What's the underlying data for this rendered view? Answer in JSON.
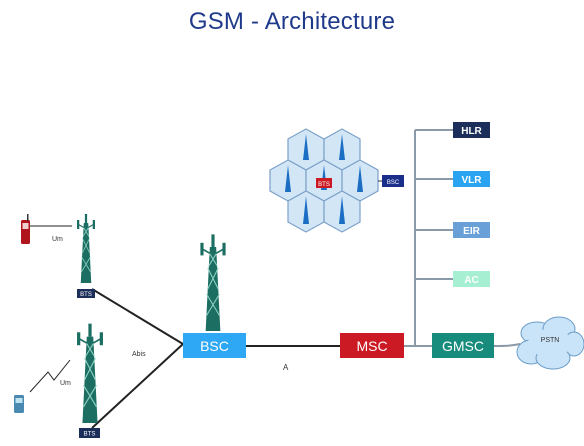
{
  "title": "GSM - Architecture",
  "nodes": {
    "bsc": "BSC",
    "msc": "MSC",
    "gmsc": "GMSC",
    "hlr": "HLR",
    "vlr": "VLR",
    "eir": "EIR",
    "ac": "AC",
    "bts_top": "BTS",
    "bts_bottom": "BTS",
    "cell_center": "BTS",
    "cell_bsc": "BSC",
    "pstn": "PSTN"
  },
  "interfaces": {
    "um_top": "Um",
    "um_bottom": "Um",
    "abis": "Abis",
    "a": "A"
  },
  "colors": {
    "title": "#1f3a8a",
    "bsc": "#2ea8f5",
    "msc": "#cc1a24",
    "gmsc": "#178c7c",
    "hlr": "#1b2f5a",
    "vlr": "#2aa3f0",
    "eir": "#6aa0d8",
    "ac": "#a6efd2",
    "cell": "#d3e6f6",
    "tower": "#1d6e62"
  }
}
